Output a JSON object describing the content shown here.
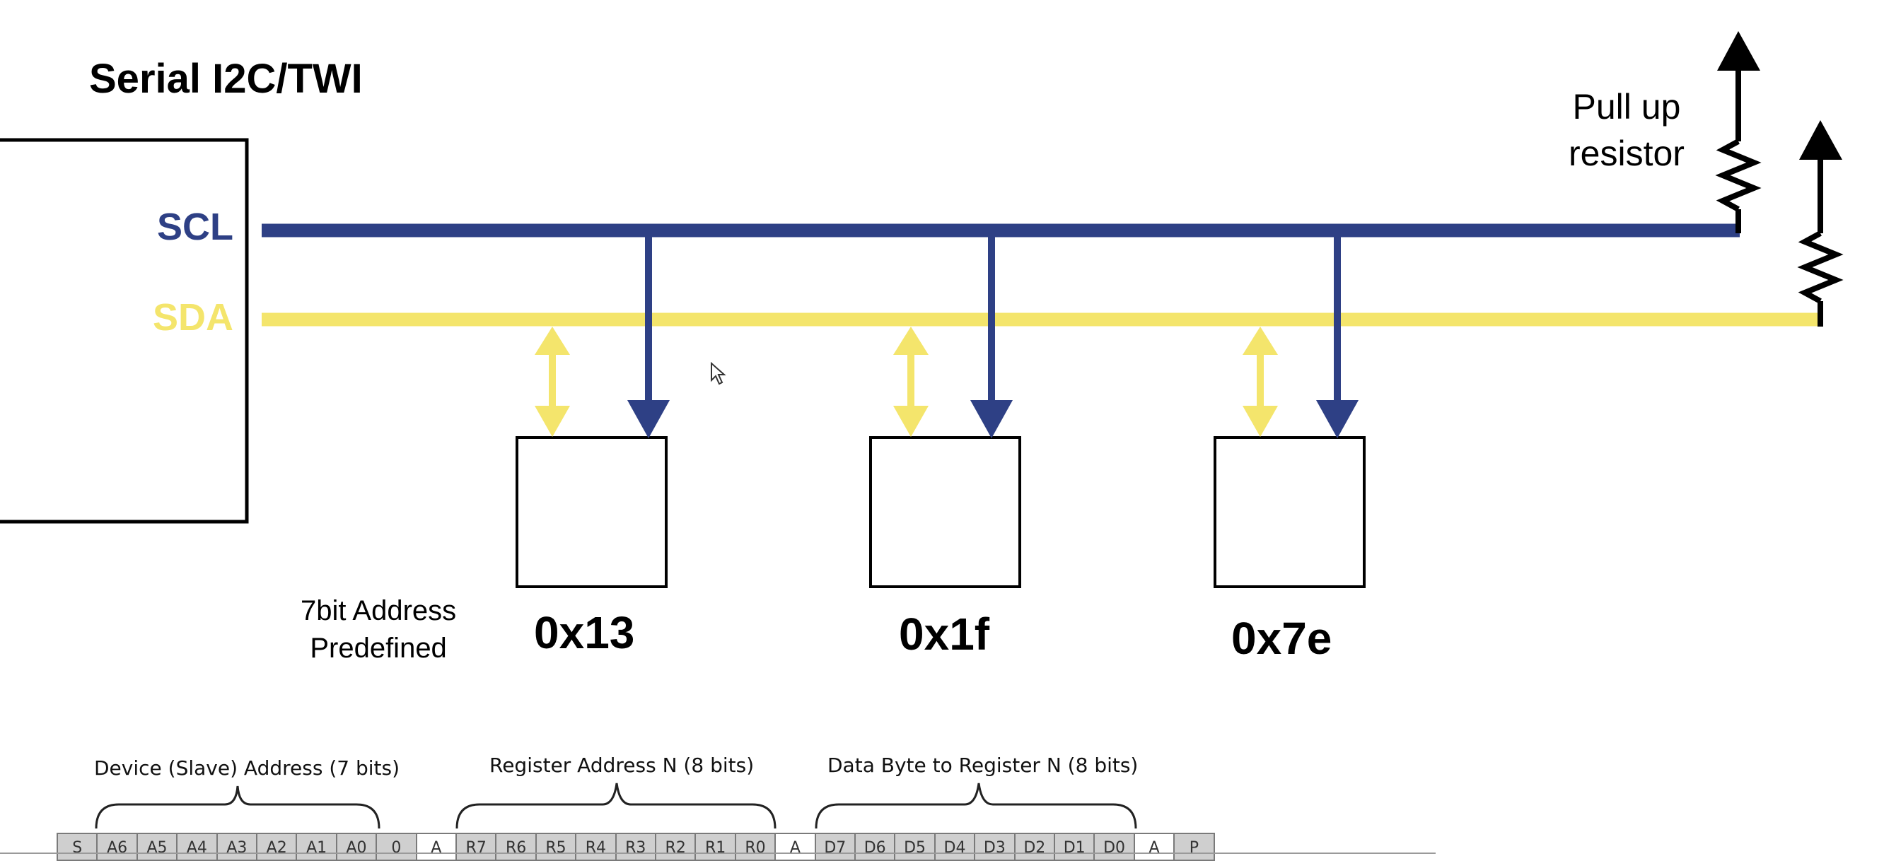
{
  "title": "Serial I2C/TWI",
  "bus": {
    "scl_label": "SCL",
    "sda_label": "SDA",
    "scl_color": "#2e4085",
    "sda_color": "#f4e56c"
  },
  "pullup_label": [
    "Pull up",
    "resistor"
  ],
  "address_note": [
    "7bit Address",
    "Predefined"
  ],
  "devices": [
    {
      "address": "0x13"
    },
    {
      "address": "0x1f"
    },
    {
      "address": "0x7e"
    }
  ],
  "frame": {
    "field_labels": [
      "Device (Slave) Address (7 bits)",
      "Register Address N (8 bits)",
      "Data Byte to Register N (8 bits)"
    ],
    "cells": [
      {
        "label": "S",
        "style": "gray"
      },
      {
        "label": "A6",
        "style": "gray"
      },
      {
        "label": "A5",
        "style": "gray"
      },
      {
        "label": "A4",
        "style": "gray"
      },
      {
        "label": "A3",
        "style": "gray"
      },
      {
        "label": "A2",
        "style": "gray"
      },
      {
        "label": "A1",
        "style": "gray"
      },
      {
        "label": "A0",
        "style": "gray"
      },
      {
        "label": "0",
        "style": "gray"
      },
      {
        "label": "A",
        "style": "white"
      },
      {
        "label": "R7",
        "style": "gray"
      },
      {
        "label": "R6",
        "style": "gray"
      },
      {
        "label": "R5",
        "style": "gray"
      },
      {
        "label": "R4",
        "style": "gray"
      },
      {
        "label": "R3",
        "style": "gray"
      },
      {
        "label": "R2",
        "style": "gray"
      },
      {
        "label": "R1",
        "style": "gray"
      },
      {
        "label": "R0",
        "style": "gray"
      },
      {
        "label": "A",
        "style": "white"
      },
      {
        "label": "D7",
        "style": "gray"
      },
      {
        "label": "D6",
        "style": "gray"
      },
      {
        "label": "D5",
        "style": "gray"
      },
      {
        "label": "D4",
        "style": "gray"
      },
      {
        "label": "D3",
        "style": "gray"
      },
      {
        "label": "D2",
        "style": "gray"
      },
      {
        "label": "D1",
        "style": "gray"
      },
      {
        "label": "D0",
        "style": "gray"
      },
      {
        "label": "A",
        "style": "white"
      },
      {
        "label": "P",
        "style": "gray"
      }
    ]
  }
}
